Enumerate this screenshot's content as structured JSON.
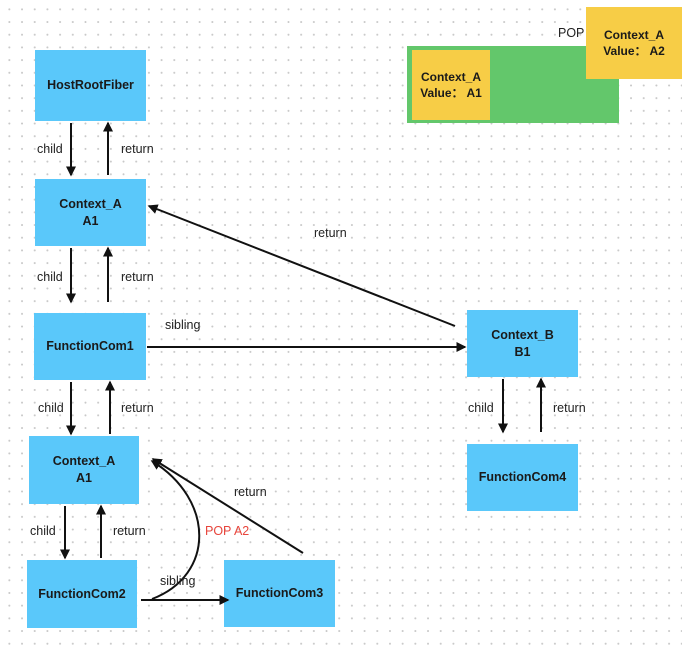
{
  "nodes": {
    "host_root_fiber": {
      "line1": "HostRootFiber",
      "line2": ""
    },
    "context_a_top": {
      "line1": "Context_A",
      "line2": "A1"
    },
    "function_com1": {
      "line1": "FunctionCom1",
      "line2": ""
    },
    "context_a_mid": {
      "line1": "Context_A",
      "line2": "A1"
    },
    "function_com2": {
      "line1": "FunctionCom2",
      "line2": ""
    },
    "function_com3": {
      "line1": "FunctionCom3",
      "line2": ""
    },
    "context_b": {
      "line1": "Context_B",
      "line2": "B1"
    },
    "function_com4": {
      "line1": "FunctionCom4",
      "line2": ""
    }
  },
  "stack": {
    "pop_label": "POP",
    "item_inner": {
      "line1": "Context_A",
      "line2": "Value： A1"
    },
    "item_popped": {
      "line1": "Context_A",
      "line2": "Value： A2"
    },
    "colors": {
      "stack": "#63c76b",
      "item": "#f7cd46"
    }
  },
  "edge_labels": {
    "child": "child",
    "return": "return",
    "sibling": "sibling",
    "pop_a2": "POP A2"
  },
  "colors": {
    "node": "#5ac8fa",
    "arrow": "#111111",
    "pop_a2": "#e8453c"
  }
}
